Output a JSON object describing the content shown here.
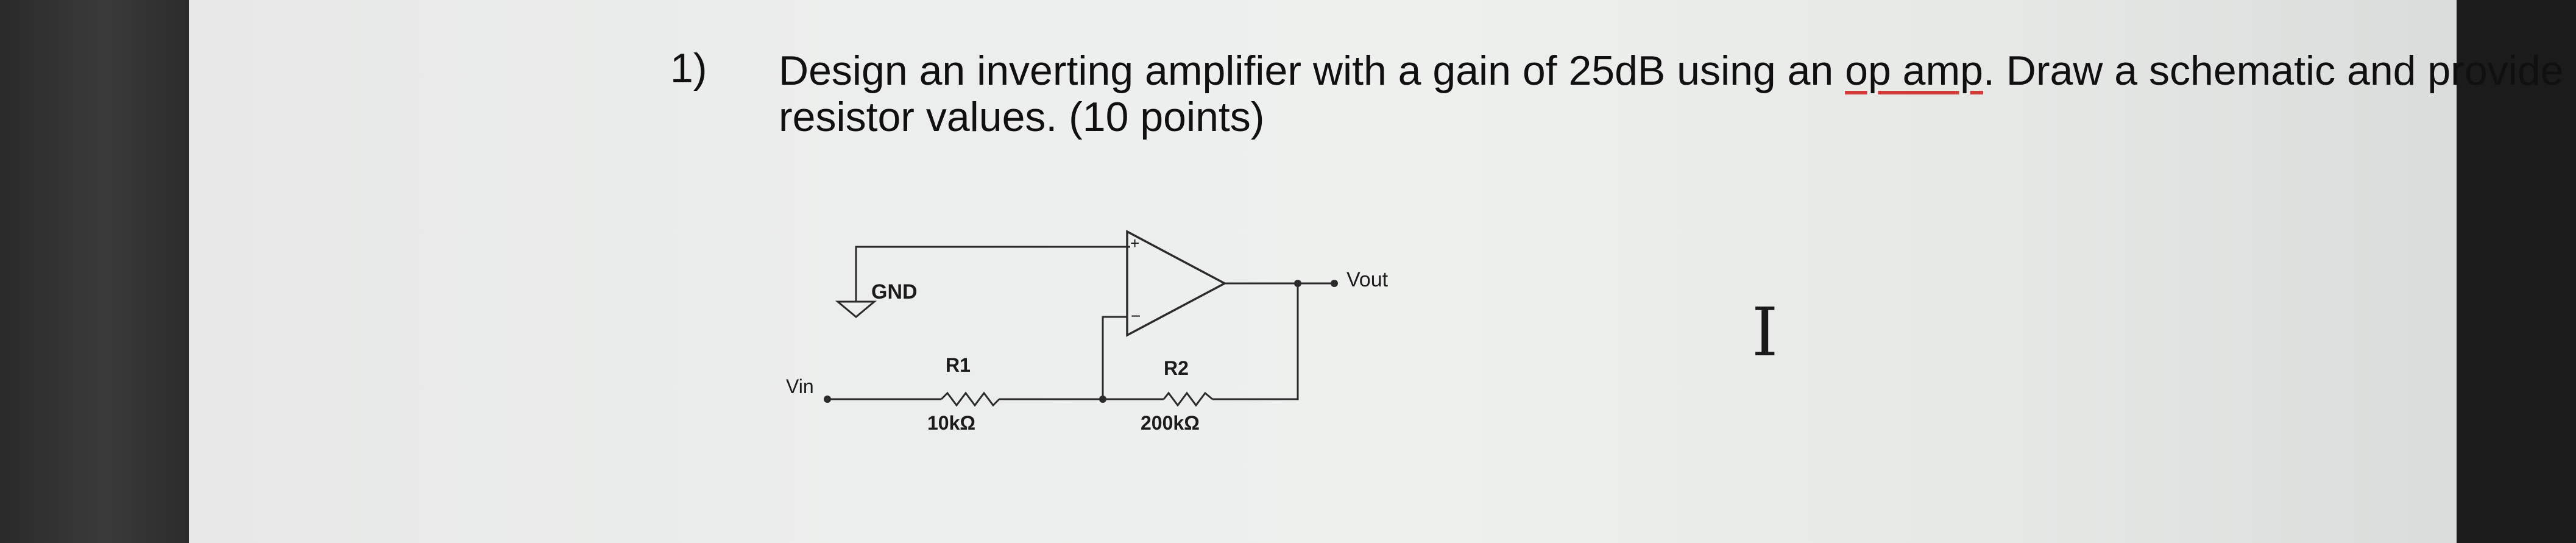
{
  "question": {
    "number": "1)",
    "text_before": "Design an inverting amplifier with a gain of 25dB using an ",
    "flagged_word": "op amp",
    "text_after": ". Draw a schematic and provide resistor values. (10 points)"
  },
  "schematic": {
    "labels": {
      "gnd": "GND",
      "vin": "Vin",
      "vout": "Vout",
      "r1_name": "R1",
      "r1_value": "10kΩ",
      "r2_name": "R2",
      "r2_value": "200kΩ",
      "plus": "+",
      "minus": "−"
    }
  },
  "cursor": {
    "icon": "text-cursor-icon",
    "glyph": "I"
  }
}
